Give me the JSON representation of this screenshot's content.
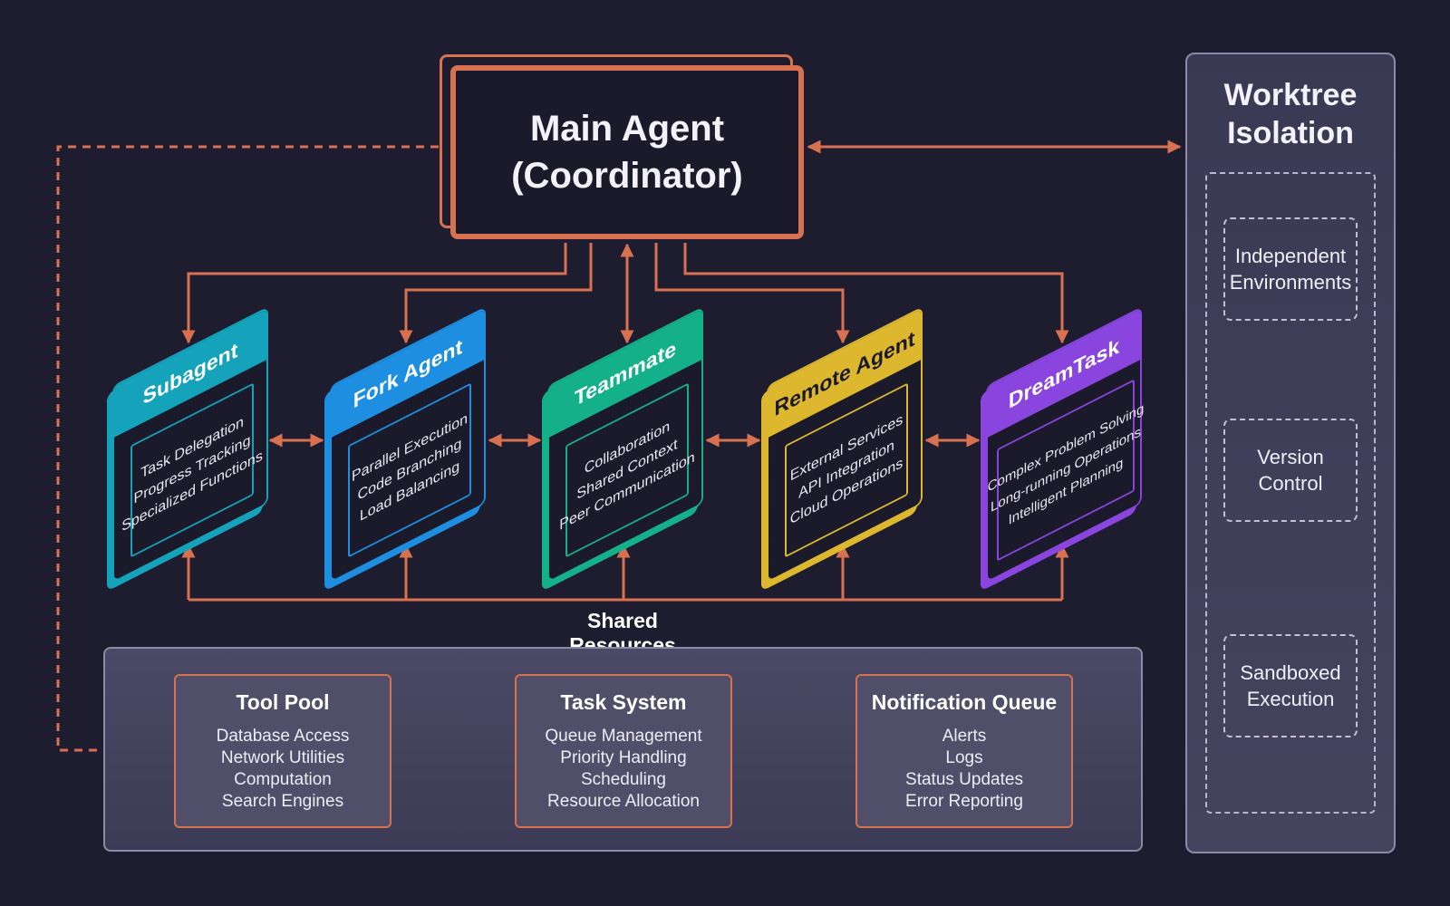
{
  "colors": {
    "background": "#1e1c2f",
    "connector": "#d8714f",
    "subagent": "#14a3bb",
    "fork_agent": "#1e8ee0",
    "teammate": "#14b08a",
    "remote_agent": "#ddb82e",
    "dreamtask": "#8a45df"
  },
  "main_agent": {
    "line1": "Main Agent",
    "line2": "(Coordinator)"
  },
  "agents": [
    {
      "name": "Subagent",
      "features": [
        "Task Delegation",
        "Progress Tracking",
        "Specialized Functions"
      ]
    },
    {
      "name": "Fork Agent",
      "features": [
        "Parallel Execution",
        "Code Branching",
        "Load Balancing"
      ]
    },
    {
      "name": "Teammate",
      "features": [
        "Collaboration",
        "Shared Context",
        "Peer Communication"
      ]
    },
    {
      "name": "Remote Agent",
      "features": [
        "External Services",
        "API Integration",
        "Cloud Operations"
      ]
    },
    {
      "name": "DreamTask",
      "features": [
        "Complex Problem Solving",
        "Long-running Operations",
        "Intelligent Planning"
      ]
    }
  ],
  "shared_resources": {
    "title": "Shared Resources",
    "boxes": [
      {
        "title": "Tool Pool",
        "items": [
          "Database Access",
          "Network Utilities",
          "Computation",
          "Search Engines"
        ]
      },
      {
        "title": "Task System",
        "items": [
          "Queue Management",
          "Priority Handling",
          "Scheduling",
          "Resource Allocation"
        ]
      },
      {
        "title": "Notification Queue",
        "items": [
          "Alerts",
          "Logs",
          "Status Updates",
          "Error Reporting"
        ]
      }
    ]
  },
  "worktree": {
    "title_line1": "Worktree",
    "title_line2": "Isolation",
    "items": [
      {
        "line1": "Independent",
        "line2": "Environments"
      },
      {
        "line1": "Version",
        "line2": "Control"
      },
      {
        "line1": "Sandboxed",
        "line2": "Execution"
      }
    ]
  }
}
